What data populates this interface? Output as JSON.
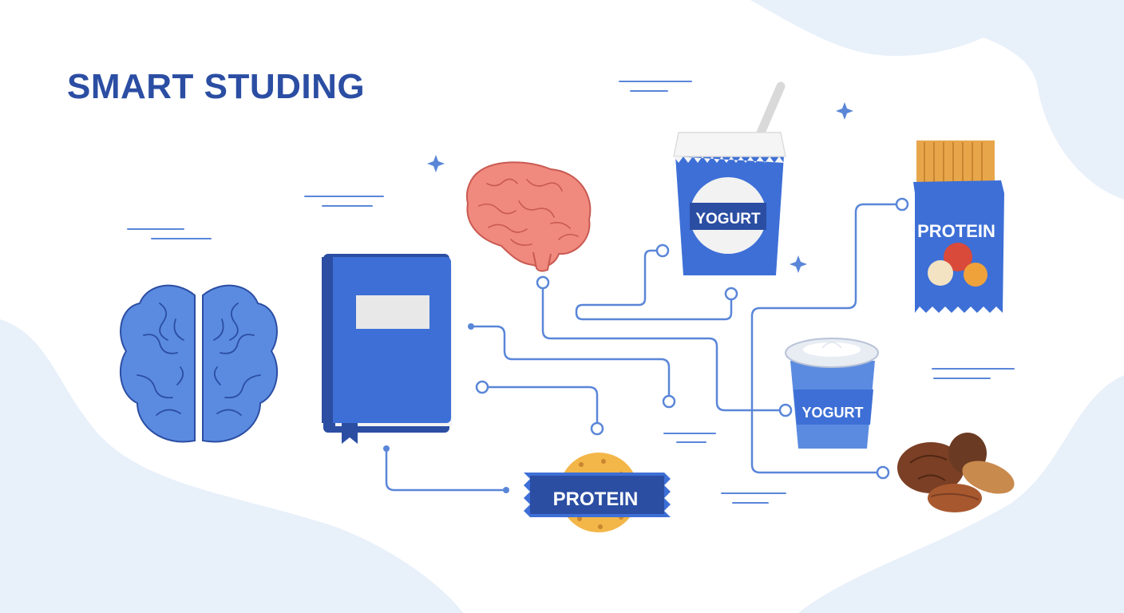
{
  "title": "SMART STUDING",
  "labels": {
    "yogurt_cup_large": "YOGURT",
    "yogurt_cup_small": "YOGURT",
    "protein_bar_vertical": "PROTEIN",
    "protein_bar_horizontal": "PROTEIN"
  },
  "colors": {
    "primary_blue": "#3d6fd6",
    "dark_blue": "#2b4ea3",
    "brain_blue": "#5b8be0",
    "brain_pink": "#f08a7e",
    "line_blue": "#5a86d8",
    "background_blob": "#e8f0fa"
  },
  "icons": [
    "brain-blue-icon",
    "book-icon",
    "brain-pink-icon",
    "yogurt-drink-icon",
    "protein-bar-vertical-icon",
    "yogurt-cup-icon",
    "nuts-icon",
    "protein-bar-horizontal-icon",
    "cookie-icon",
    "sparkle-icon"
  ]
}
